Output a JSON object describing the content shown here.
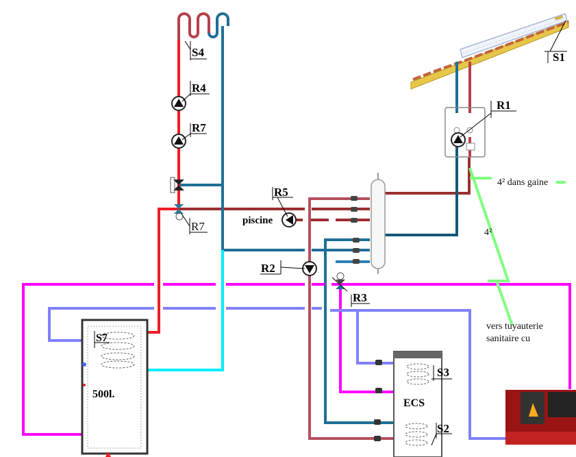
{
  "title": "Schéma hydraulique chauffage solaire / bois",
  "colors": {
    "hot_red": "#ee1c24",
    "dark_red": "#9b2d30",
    "rose": "#b5505f",
    "blue": "#1f6f96",
    "dark_blue": "#14587a",
    "cyan": "#00eeff",
    "magenta": "#ff00ff",
    "lavender": "#8080ff",
    "green": "#80ff80",
    "stove_red": "#9a1414"
  },
  "sensors": {
    "s1": "S1",
    "s2": "S2",
    "s3": "S3",
    "s4": "S4",
    "s7": "S7"
  },
  "pumps": {
    "r1": "R1",
    "r2": "R2",
    "r4": "R4",
    "r5": "R5",
    "r7_pump": "R7"
  },
  "valves": {
    "r3": "R3",
    "r7_valve": "R7"
  },
  "labels": {
    "piscine": "piscine",
    "tank_volume": "500l.",
    "ecs": "ECS",
    "cable_in_sheath": "4² dans gaine",
    "cable_section": "4²",
    "to_plumbing_line1": "vers tuyauterie",
    "to_plumbing_line2": "sanitaire cu"
  }
}
